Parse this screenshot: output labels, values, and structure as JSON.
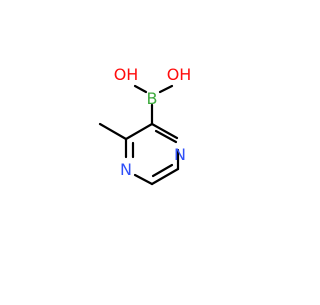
{
  "molecule": {
    "atoms": {
      "oh_left": {
        "text": "OH",
        "color": "#ff0d0d"
      },
      "oh_right": {
        "text": "OH",
        "color": "#ff0d0d"
      },
      "boron": {
        "text": "B",
        "color": "#3daa3d"
      },
      "n_top": {
        "text": "N",
        "color": "#3050f8"
      },
      "n_bottom": {
        "text": "N",
        "color": "#3050f8"
      }
    },
    "bond_color": "#000000",
    "background": "#ffffff"
  }
}
